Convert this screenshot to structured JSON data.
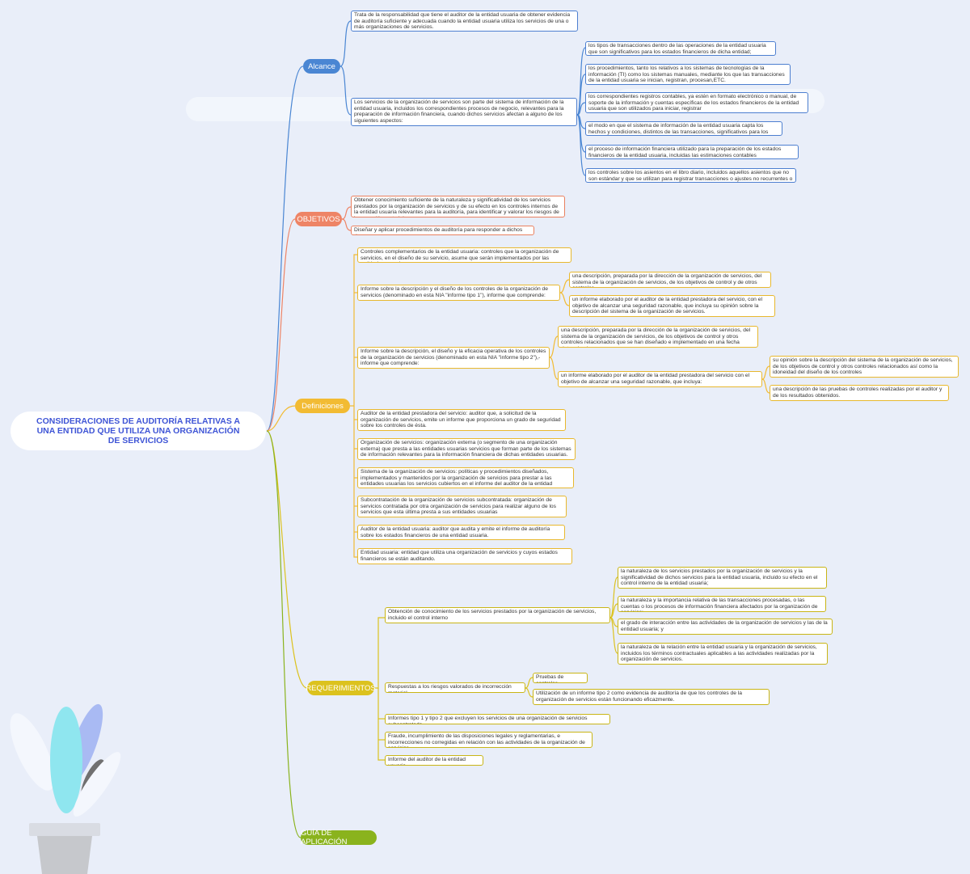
{
  "root": {
    "title": "CONSIDERACIONES DE AUDITORÍA RELATIVAS A UNA ENTIDAD QUE UTILIZA UNA ORGANIZACIÓN DE SERVICIOS"
  },
  "branches": {
    "alcance": "Alcance",
    "objetivos": "OBJETIVOS",
    "definiciones": "Definiciones",
    "requerimientos": "REQUERIMIENTOS",
    "guia": "GUÍA DE APLICACIÓN"
  },
  "alcance": {
    "n1": "Trata de la responsabilidad que tiene el auditor de la entidad usuaria de obtener evidencia de auditoría suficiente y adecuada cuando la entidad usuaria utiliza los servicios de una o más organizaciones de servicios.",
    "n2": "Los servicios de la organización de servicios son parte del sistema de información de la entidad usuaria, incluidos los correspondientes procesos de negocio, relevantes para la preparación de información financiera, cuando dichos servicios afectan a alguno de los siguientes aspectos:",
    "sub": [
      "los tipos de transacciones dentro de las operaciones de la entidad usuaria que son significativos para los estados financieros de dicha entidad;",
      "los procedimientos, tanto los relativos a los sistemas de tecnologías de la información (TI) como los sistemas manuales, mediante los que las transacciones de la entidad usuaria se inician, registran, procesan,ETC.",
      "los correspondientes registros contables, ya estén en formato electrónico o manual, de soporte de la información y cuentas específicas de los estados financieros de la entidad usuaria que son utilizados para iniciar, registrar",
      "el modo en que el sistema de información de la entidad usuaria capta los hechos y condiciones, distintos de las transacciones, significativos para los estados financieros.",
      "el proceso de información financiera utilizado para la preparación de los estados financieros de la entidad usuaria, incluidas las estimaciones contables",
      " los controles sobre los asientos en el libro diario, incluidos aquellos asientos que no son estándar y que se utilizan para registrar transacciones o ajustes no recurrentes o inusuales."
    ]
  },
  "objetivos": {
    "o1": "Obtener conocimiento suficiente de la naturaleza y significatividad de los servicios prestados por la organización de servicios y de su efecto en los controles internos de la entidad usuaria relevantes para la auditoría, para identificar y valorar los riesgos de incorrección material; y",
    "o2": "Diseñar y aplicar procedimientos de auditoría para responder a dichos riesgos"
  },
  "definiciones": {
    "d1": "Controles complementarios de la entidad usuaria: controles que la organización de servicios, en el diseño de su servicio, asume que serán implementados por las entidades usuarias.",
    "d2": " Informe sobre la descripción y el diseño de los controles de la organización de servicios (denominado en esta NIA \"informe tipo 1\"), informe que comprende:",
    "d2a": "una descripción, preparada por la dirección de la organización de servicios, del sistema de la organización de servicios, de los objetivos de control y de otros controles",
    "d2b": "un informe elaborado por el auditor de la entidad prestadora del servicio, con el objetivo de alcanzar una seguridad razonable, que incluya su opinión sobre la descripción del sistema de la organización de servicios.",
    "d3": "Informe sobre la descripción, el diseño y la eficacia operativa de los controles de la organización de servicios (denominado en esta NIA \"informe tipo 2\"),- informe que comprende:",
    "d3a": "una descripción, preparada por la dirección de la organización de servicios, del sistema de la organización de servicios, de los objetivos de control y otros controles relacionados que se han diseñado e implementado en una fecha determinada",
    "d3b": "un informe elaborado por el auditor de la entidad prestadora del servicio con el objetivo de alcanzar una seguridad razonable, que incluya:",
    "d3b1": "su opinión sobre la descripción del sistema de la organización de servicios, de los objetivos de control y otros controles relacionados así como la idoneidad del diseño de los controles",
    "d3b2": "una descripción de las pruebas de controles realizadas por el auditor y de los resultados obtenidos.",
    "d4": "Auditor de la entidad prestadora del servicio: auditor que, a solicitud de la organización de servicios, emite un informe que proporciona un grado de seguridad sobre los controles de ésta.",
    "d5": "Organización de servicios: organización externa (o segmento de una organización externa) que presta a las entidades usuarias servicios que forman parte de los sistemas de información relevantes para la información financiera de dichas entidades usuarias.",
    "d6": "Sistema de la organización de servicios: políticas y procedimientos diseñados, implementados y mantenidos por la organización de servicios para prestar a las entidades usuarias los servicios cubiertos en el informe del auditor de la entidad prestadora del servicio.",
    "d7": "Subcontratación de la organización de servicios subcontratada: organización de servicios contratada por otra organización de servicios para realizar alguno de los servicios que esta última presta a sus entidades usuarias",
    "d8": "Auditor de la entidad usuaria: auditor que audita y emite el informe de auditoría sobre los estados financieros de una entidad usuaria.",
    "d9": "Entidad usuaria: entidad que utiliza una organización de servicios y cuyos estados financieros se están auditando."
  },
  "requerimientos": {
    "r1": "Obtención de conocimiento de los servicios prestados por la organización de servicios, incluido el control interno",
    "r1a": "la naturaleza de los servicios prestados por la organización de servicios y la significatividad de dichos servicios para la entidad usuaria, incluido su efecto en el control interno de la entidad usuaria;",
    "r1b": "la naturaleza y la importancia relativa de las transacciones procesadas, o las cuentas o los procesos de información financiera afectados por la organización de servicios;",
    "r1c": "el grado de interacción entre las actividades de la organización de servicios y las de la entidad usuaria; y",
    "r1d": "la naturaleza de la relación entre la entidad usuaria y la organización de servicios, incluidos los términos contractuales aplicables a las actividades realizadas por la organización de servicios.",
    "r2": "Respuestas a los riesgos valorados de incorrección material",
    "r2a": "Pruebas de controles",
    "r2b": "Utilización de un informe tipo 2 como evidencia de auditoría de que los controles de la organización de servicios están funcionando eficazmente.",
    "r3": "Informes tipo 1 y tipo 2 que excluyen los servicios de una organización de servicios subcontratada",
    "r4": "Fraude, incumplimiento de las disposiciones legales y reglamentarias, e incorrecciones no corregidas en relación con las actividades de la organización de servicios",
    "r5": "Informe del auditor de la entidad usuaria"
  },
  "colors": {
    "alcance": "#4a86d3",
    "objetivos": "#ee8466",
    "definiciones": "#f2bb33",
    "requerimientos": "#dcc21e",
    "guia": "#8ab31d",
    "root_text": "#3f55d6"
  }
}
